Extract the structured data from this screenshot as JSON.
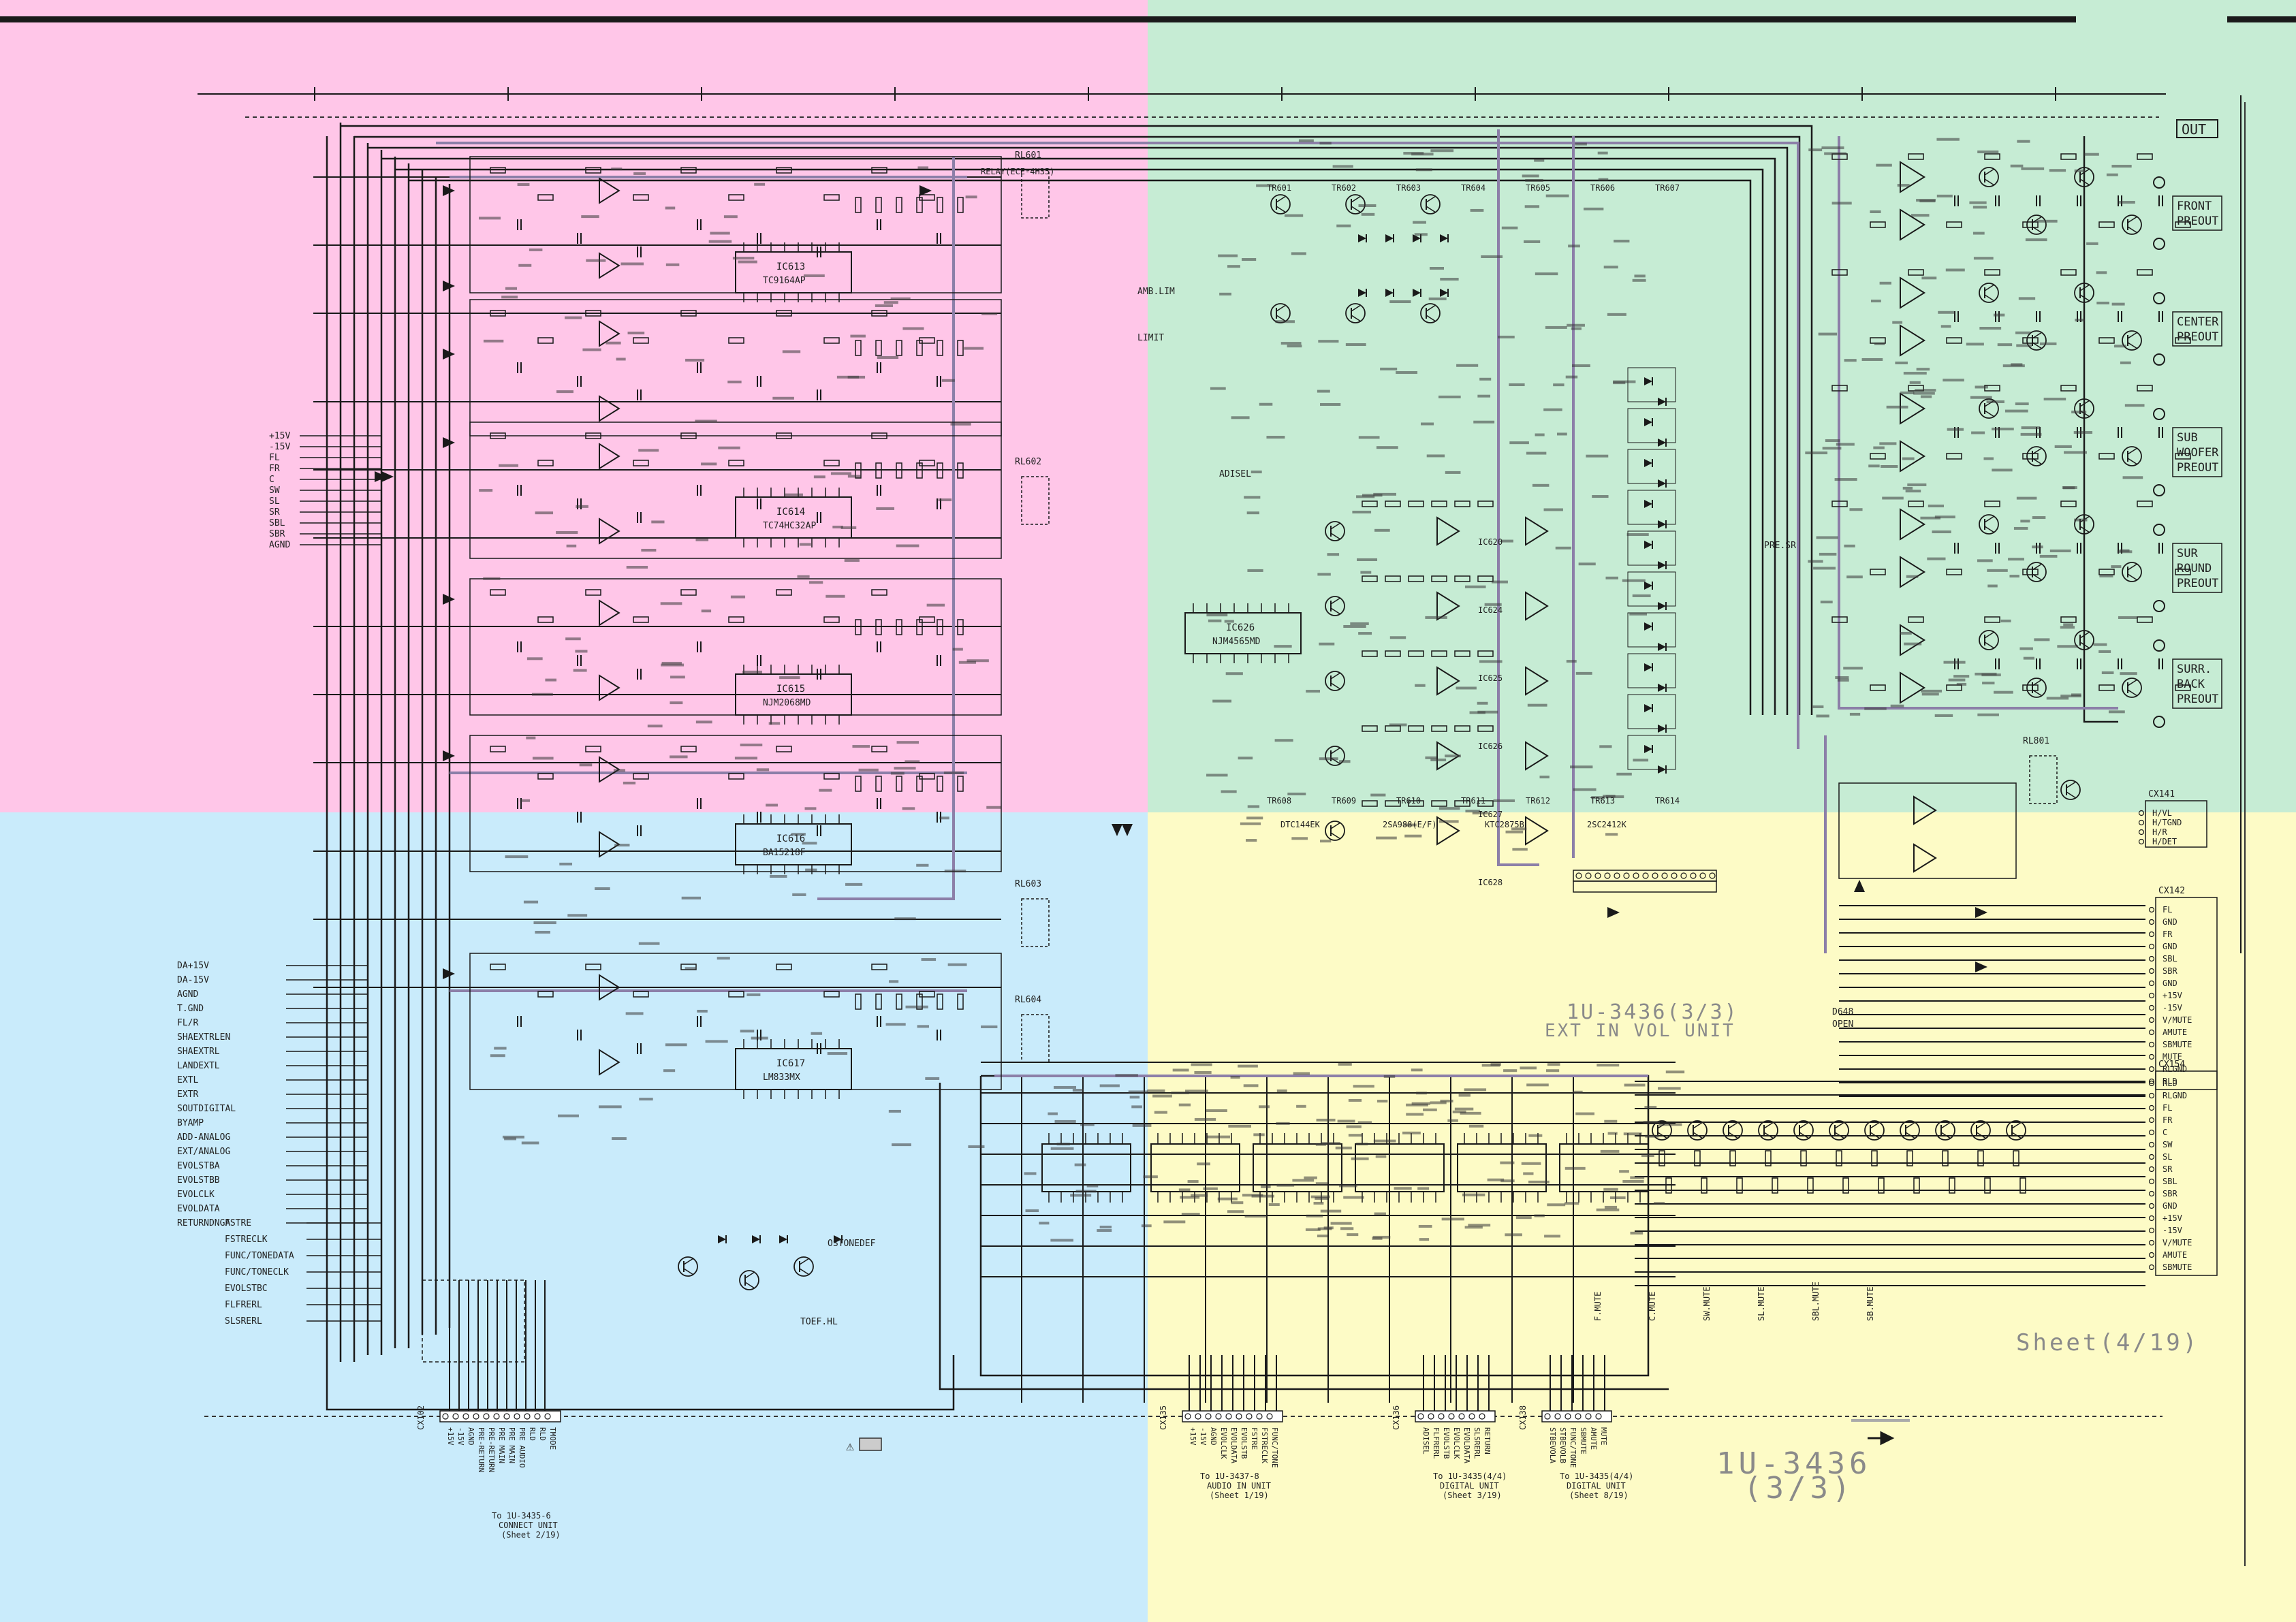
{
  "colors": {
    "pink": "#ffc6e8",
    "green": "#c6ecd4",
    "blue": "#c9ebfb",
    "yellow": "#fdfbc6",
    "wire": "#1a1a1a",
    "bus": "#8c7fa8",
    "title_gray": "#8a8a8a"
  },
  "header": {
    "out_tag": "OUT"
  },
  "left_inputs": [
    "+15V",
    "-15V",
    "FL",
    "FR",
    "C",
    "SW",
    "SL",
    "SR",
    "SBL",
    "SBR",
    "AGND"
  ],
  "left_inputs_lower": [
    "DA+15V",
    "DA-15V",
    "AGND",
    "T.GND",
    "FL/R",
    "SHAEXTRLEN",
    "SHAEXTRL",
    "LANDEXTL",
    "EXTL",
    "EXTR",
    "SOUTDIGITAL",
    "BYAMP",
    "ADD-ANALOG",
    "EXT/ANALOG",
    "EVOLSTBA",
    "EVOLSTBB",
    "EVOLCLK",
    "EVOLDATA",
    "RETURNDNGA"
  ],
  "left_func_signals": [
    "FSTRE",
    "FSTRECLK",
    "FUNC/TONEDATA",
    "FUNC/TONECLK",
    "EVOLSTBC",
    "FLFRERL",
    "SLSRERL"
  ],
  "ic_labels": [
    "IC613",
    "IC614",
    "IC615",
    "IC616",
    "IC617",
    "IC626"
  ],
  "ic_parts": [
    "TC9164AP",
    "TC74HC32AP",
    "NJM2068MD",
    "BA15218F",
    "LM833MX",
    "NJM4565MD"
  ],
  "relay_labels": [
    "RL601",
    "RL602",
    "RL603",
    "RL604",
    "RL801"
  ],
  "relay_part": "RELAY(ECE-4H35)",
  "outputs": [
    {
      "label": "FRONT\nPREOUT",
      "lines": [
        "FRONT",
        "PREOUT"
      ]
    },
    {
      "label": "CENTER\nPREOUT",
      "lines": [
        "CENTER",
        "PREOUT"
      ]
    },
    {
      "label": "SUB\nWOOFER\nPREOUT",
      "lines": [
        "SUB",
        "WOOFER",
        "PREOUT"
      ]
    },
    {
      "label": "SUR\nROUND\nPREOUT",
      "lines": [
        "SUR",
        "ROUND",
        "PREOUT"
      ]
    },
    {
      "label": "SURR.\nBACK\nPREOUT",
      "lines": [
        "SURR.",
        "BACK",
        "PREOUT"
      ]
    }
  ],
  "right_connector_1": {
    "ref": "CX141",
    "pins": [
      "H/VL",
      "H/TGND",
      "H/R",
      "H/DET"
    ]
  },
  "right_connector_2": {
    "ref": "CX142",
    "pins": [
      "FL",
      "GND",
      "FR",
      "GND",
      "SBL",
      "SBR",
      "GND",
      "+15V",
      "-15V",
      "V/MUTE",
      "AMUTE",
      "SBMUTE",
      "MUTE",
      "RLGND",
      "RLD"
    ]
  },
  "right_connector_3": {
    "ref": "CX154",
    "pins": [
      "RLD",
      "RLGND",
      "FL",
      "FR",
      "C",
      "SW",
      "SL",
      "SR",
      "SBL",
      "SBR",
      "GND",
      "+15V",
      "-15V",
      "V/MUTE",
      "AMUTE",
      "SBMUTE"
    ]
  },
  "unit_title": "1U-3436(3/3)",
  "unit_subtitle": "EXT IN VOL UNIT",
  "sheet_ref": "Sheet(4/19)",
  "big_title_1": "1U-3436",
  "big_title_2": "(3/3)",
  "mute_labels": [
    "F.MUTE",
    "C.MUTE",
    "SW.MUTE",
    "SL.MUTE",
    "SBL.MUTE",
    "SB.MUTE"
  ],
  "bottom_connectors": [
    {
      "ref": "CX102",
      "to": "To 1U-3435-6",
      "name": "CONNECT UNIT",
      "sheet": "(Sheet 2/19)",
      "pins": [
        "+15V",
        "-15V",
        "AGND",
        "PRE-RETURN",
        "PRE-RETURN",
        "PRE MAIN",
        "PRE MAIN",
        "PRE AUDIO",
        "RLD",
        "RLD",
        "TMODE"
      ]
    },
    {
      "ref": "CX135",
      "to": "To 1U-3437-8",
      "name": "AUDIO IN UNIT",
      "sheet": "(Sheet 1/19)",
      "pins": [
        "+15V",
        "-15V",
        "AGND",
        "EVOLCLK",
        "EVOLDATA",
        "EVOLSTB",
        "FSTRE",
        "FSTRECLK",
        "FUNC/TONE"
      ]
    },
    {
      "ref": "CX136",
      "to": "To 1U-3435(4/4)",
      "name": "DIGITAL UNIT",
      "sheet": "(Sheet 3/19)",
      "pins": [
        "ADISEL",
        "FLFRERL",
        "EVOLSTB",
        "EVOLCLK",
        "EVOLDATA",
        "SLSRERL",
        "RETURN"
      ]
    },
    {
      "ref": "CX138",
      "to": "To 1U-3435(4/4)",
      "name": "DIGITAL UNIT",
      "sheet": "(Sheet 8/19)",
      "pins": [
        "STBEVOLA",
        "STBEVOLB",
        "FUNC/TONE",
        "SBMUTE",
        "AMUTE",
        "MUTE"
      ]
    }
  ],
  "transistor_labels": [
    "TR601",
    "TR602",
    "TR603",
    "TR604",
    "TR605",
    "TR606",
    "TR607",
    "TR608",
    "TR609",
    "TR610",
    "TR611",
    "TR612",
    "TR613",
    "TR614"
  ],
  "transistor_parts": [
    "DTC144EK",
    "2SA988(E/F)",
    "KTC2875B",
    "2SC2412K"
  ],
  "ic_mid_labels": [
    "IC620",
    "IC624",
    "IC625",
    "IC626",
    "IC627",
    "IC628"
  ],
  "misc_labels": [
    "AMB.LIM",
    "LIMIT",
    "ADISEL",
    "PRE.SR",
    "TOEF.HL",
    "OSTONEDEF",
    "D648",
    "OPEN"
  ],
  "warning_symbol": "⚠"
}
